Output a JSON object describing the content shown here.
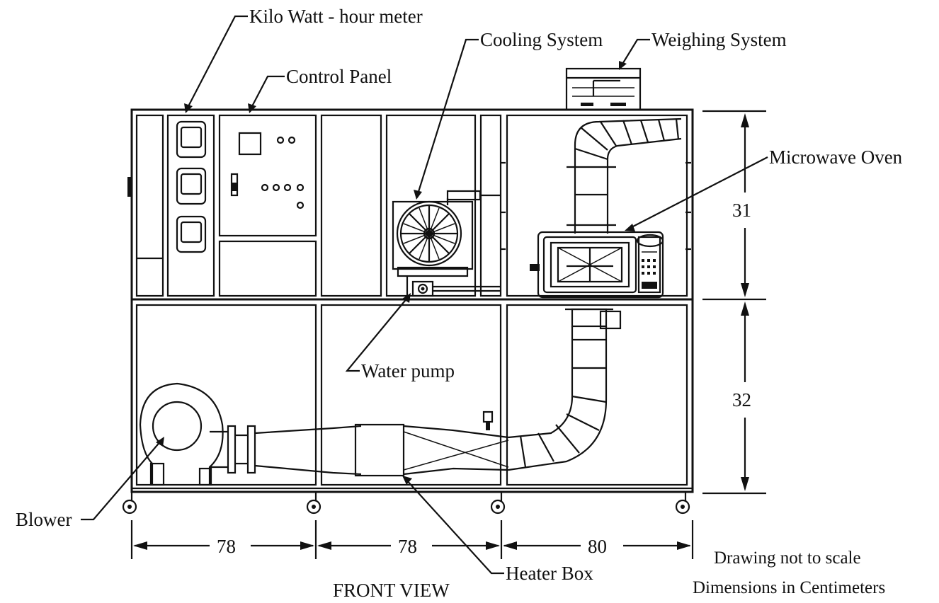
{
  "labels": {
    "kwh_meter": "Kilo Watt - hour meter",
    "control_panel": "Control Panel",
    "cooling_system": "Cooling System",
    "weighing_system": "Weighing System",
    "microwave_oven": "Microwave Oven",
    "water_pump": "Water pump",
    "blower": "Blower",
    "heater_box": "Heater Box"
  },
  "dimensions": {
    "upper_height": "31",
    "lower_height": "32",
    "width_left": "78",
    "width_middle": "78",
    "width_right": "80"
  },
  "caption": "FRONT VIEW",
  "notes": {
    "line1": "Drawing not to scale",
    "line2": "Dimensions in Centimeters"
  }
}
